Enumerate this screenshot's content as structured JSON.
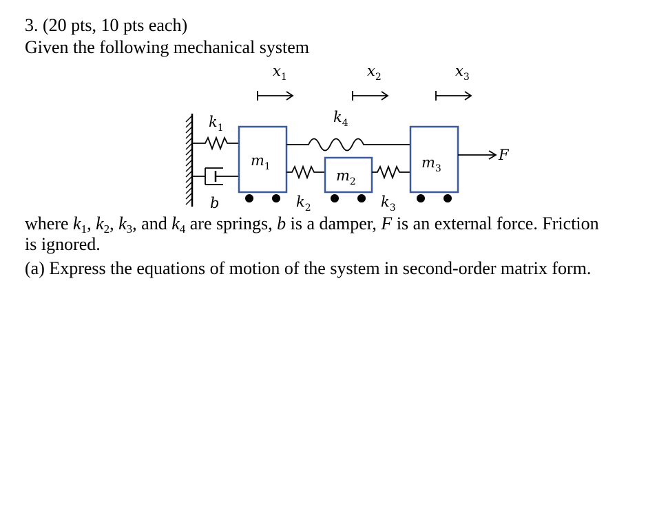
{
  "problem": {
    "header": "3. (20 pts, 10 pts each)",
    "intro": "Given the following mechanical system",
    "description": {
      "prefix": "where",
      "springs": [
        {
          "symbol": "k",
          "index": "1"
        },
        {
          "symbol": "k",
          "index": "2"
        },
        {
          "symbol": "k",
          "index": "3"
        },
        {
          "symbol": "k",
          "index": "4"
        }
      ],
      "comma": ",",
      "and_word": " and ",
      "springs_text": " are springs, ",
      "damper_symbol": "b",
      "damper_text": " is a damper, ",
      "force_symbol": "F",
      "force_text": " is an external force. Friction",
      "continuation": "is ignored."
    },
    "part_a": "(a) Express the equations of motion of the system in second-order matrix form."
  },
  "diagram": {
    "displacements": [
      {
        "symbol": "x",
        "index": "1"
      },
      {
        "symbol": "x",
        "index": "2"
      },
      {
        "symbol": "x",
        "index": "3"
      }
    ],
    "masses": [
      {
        "symbol": "m",
        "index": "1"
      },
      {
        "symbol": "m",
        "index": "2"
      },
      {
        "symbol": "m",
        "index": "3"
      }
    ],
    "spring_labels": [
      {
        "symbol": "k",
        "index": "1"
      },
      {
        "symbol": "k",
        "index": "2"
      },
      {
        "symbol": "k",
        "index": "3"
      },
      {
        "symbol": "k",
        "index": "4"
      }
    ],
    "damper_label": "b",
    "force_label": "F"
  }
}
